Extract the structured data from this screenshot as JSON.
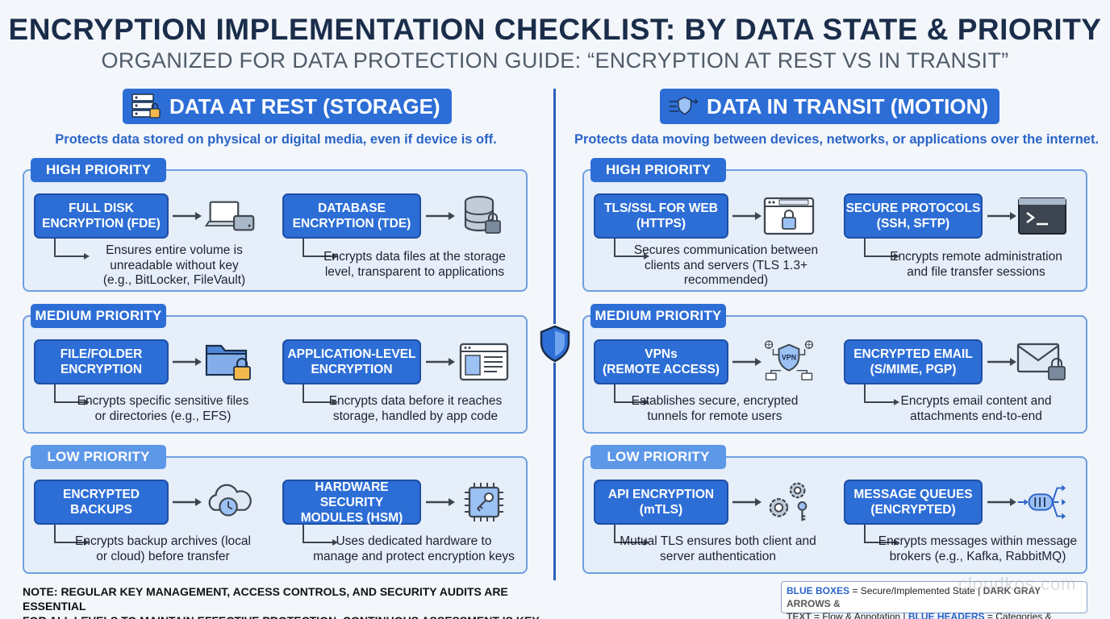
{
  "title": "ENCRYPTION IMPLEMENTATION CHECKLIST: BY DATA STATE & PRIORITY",
  "subtitle": "ORGANIZED FOR DATA PROTECTION GUIDE: “ENCRYPTION AT REST VS IN TRANSIT”",
  "at_rest": {
    "header": "DATA AT REST (STORAGE)",
    "header_icon": "server-lock-icon",
    "description": "Protects data stored on physical or digital media, even if device is off.",
    "high": {
      "label": "HIGH PRIORITY",
      "items": [
        {
          "title": "FULL DISK\nENCRYPTION (FDE)",
          "desc": "Ensures entire volume is\nunreadable without key\n(e.g., BitLocker, FileVault)",
          "icon": "laptop-drive-icon"
        },
        {
          "title": "DATABASE\nENCRYPTION (TDE)",
          "desc": "Encrypts data files at the storage\nlevel, transparent to applications",
          "icon": "database-lock-icon"
        }
      ]
    },
    "medium": {
      "label": "MEDIUM PRIORITY",
      "items": [
        {
          "title": "FILE/FOLDER\nENCRYPTION",
          "desc": "Encrypts specific sensitive files\nor directories (e.g., EFS)",
          "icon": "folder-lock-icon"
        },
        {
          "title": "APPLICATION-LEVEL\nENCRYPTION",
          "desc": "Encrypts data before it reaches\nstorage, handled by app code",
          "icon": "app-window-icon"
        }
      ]
    },
    "low": {
      "label": "LOW PRIORITY",
      "items": [
        {
          "title": "ENCRYPTED\nBACKUPS",
          "desc": "Encrypts backup archives (local\nor cloud) before transfer",
          "icon": "cloud-backup-icon"
        },
        {
          "title": "HARDWARE SECURITY\nMODULES (HSM)",
          "desc": "Uses dedicated hardware to\nmanage and protect encryption keys",
          "icon": "chip-key-icon"
        }
      ]
    }
  },
  "in_transit": {
    "header": "DATA IN TRANSIT (MOTION)",
    "header_icon": "data-shield-icon",
    "description": "Protects data moving between devices, networks, or applications over the internet.",
    "high": {
      "label": "HIGH PRIORITY",
      "items": [
        {
          "title": "TLS/SSL FOR WEB\n(HTTPS)",
          "desc": "Secures communication between\nclients and servers (TLS 1.3+\nrecommended)",
          "icon": "browser-lock-icon"
        },
        {
          "title": "SECURE PROTOCOLS\n(SSH, SFTP)",
          "desc": "Encrypts remote administration\nand file transfer sessions",
          "icon": "terminal-icon"
        }
      ]
    },
    "medium": {
      "label": "MEDIUM PRIORITY",
      "items": [
        {
          "title": "VPNs\n(REMOTE ACCESS)",
          "desc": "Establishes secure, encrypted\ntunnels for remote users",
          "icon": "vpn-shield-icon",
          "icon_text": "VPN"
        },
        {
          "title": "ENCRYPTED EMAIL\n(S/MIME, PGP)",
          "desc": "Encrypts email content and\nattachments end-to-end",
          "icon": "email-lock-icon"
        }
      ]
    },
    "low": {
      "label": "LOW PRIORITY",
      "items": [
        {
          "title": "API ENCRYPTION\n(mTLS)",
          "desc": "Mutual TLS ensures both client and\nserver authentication",
          "icon": "gears-key-icon"
        },
        {
          "title": "MESSAGE QUEUES\n(ENCRYPTED)",
          "desc": "Encrypts messages within message\nbrokers (e.g., Kafka, RabbitMQ)",
          "icon": "queue-icon"
        }
      ]
    }
  },
  "footnote": "NOTE: REGULAR KEY MANAGEMENT, ACCESS CONTROLS, AND SECURITY AUDITS ARE ESSENTIAL\nFOR ALL LEVELS TO MAINTAIN EFFECTIVE PROTECTION. CONTINUOUS ASSESSMENT IS KEY.",
  "legend": {
    "blue_boxes": "BLUE BOXES",
    "blue_boxes_text": " = Secure/Implemented State | ",
    "dark_gray": "DARK GRAY ARROWS &",
    "text_label": "TEXT",
    "flow_text": " = Flow & Annotation | ",
    "blue_headers": "BLUE HEADERS",
    "headers_text": " = Categories & Priorities"
  },
  "watermark": "cloudkos.com",
  "colors": {
    "primary_blue": "#2d6ed6",
    "light_tag": "#5c97e8",
    "panel_bg": "#e6eef9",
    "panel_border": "#6f9fe0",
    "arrow_gray": "#3d4650",
    "title_navy": "#1a2d4a"
  }
}
